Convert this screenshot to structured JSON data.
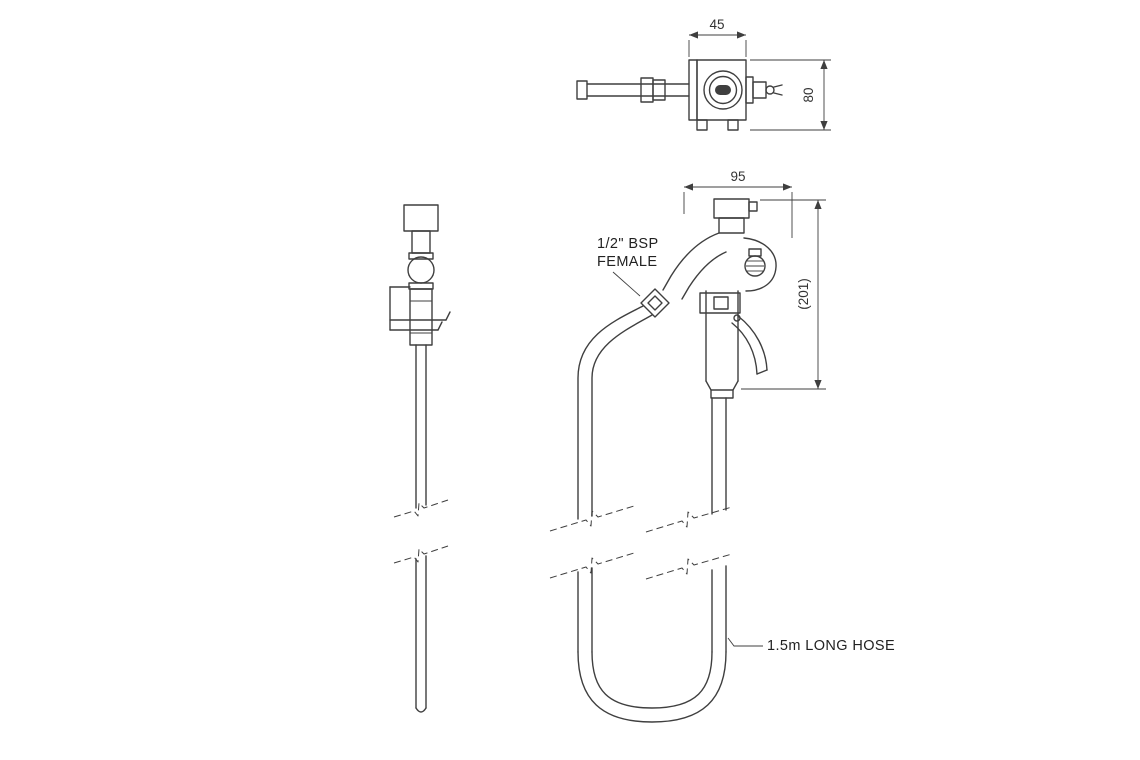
{
  "drawing": {
    "type": "technical-orthographic-drawing",
    "background_color": "#ffffff",
    "line_color": "#3f3f3f",
    "dimensions": {
      "top_width": "45",
      "top_depth": "80",
      "front_width": "95",
      "front_height": "(201)"
    },
    "labels": {
      "inlet_line1": "1/2\" BSP",
      "inlet_line2": "FEMALE",
      "hose": "1.5m LONG HOSE"
    }
  }
}
